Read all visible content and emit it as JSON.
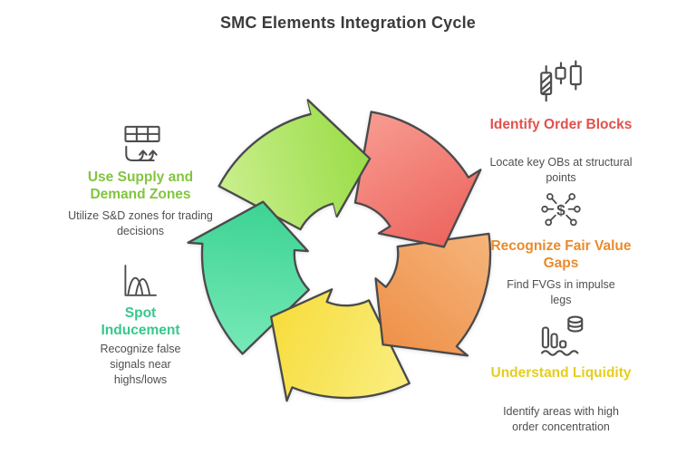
{
  "title": {
    "text": "SMC Elements Integration Cycle"
  },
  "colors": {
    "outline": "#4a4a4c",
    "icon": "#4d4d4d",
    "body_text": "#4f4f4f",
    "title_text": "#3b3b3b",
    "background": "#ffffff"
  },
  "cycle": {
    "type": "circular-arrow-cycle",
    "direction": "clockwise",
    "segments": [
      {
        "name": "identify-order-blocks",
        "light": "#f7998f",
        "dark": "#ec635c"
      },
      {
        "name": "recognize-fair-value-gaps",
        "light": "#f5b379",
        "dark": "#ee8f47"
      },
      {
        "name": "understand-liquidity",
        "light": "#faed7d",
        "dark": "#f6dc3a"
      },
      {
        "name": "spot-inducement",
        "light": "#74e8b6",
        "dark": "#39d291"
      },
      {
        "name": "use-supply-demand-zones",
        "light": "#c8ee8a",
        "dark": "#98dc45"
      }
    ]
  },
  "items": [
    {
      "heading": "Identify Order Blocks",
      "body": "Locate key OBs at structural points",
      "heading_color": "#e2514b",
      "icon": "candlesticks-icon"
    },
    {
      "heading": "Recognize Fair Value Gaps",
      "body": "Find FVGs in impulse legs",
      "heading_color": "#e98b2d",
      "icon": "dollar-network-icon"
    },
    {
      "heading": "Understand Liquidity",
      "body": "Identify areas with high order concentration",
      "heading_color": "#e6cd1f",
      "icon": "liquidity-bars-coins-icon"
    },
    {
      "heading": "Use Supply and Demand Zones",
      "body": "Utilize S&D zones for trading decisions",
      "heading_color": "#83c43f",
      "icon": "supply-demand-grid-icon"
    },
    {
      "heading": "Spot Inducement",
      "body": "Recognize false signals near highs/lows",
      "heading_color": "#35c98b",
      "icon": "inducement-curve-icon"
    }
  ]
}
